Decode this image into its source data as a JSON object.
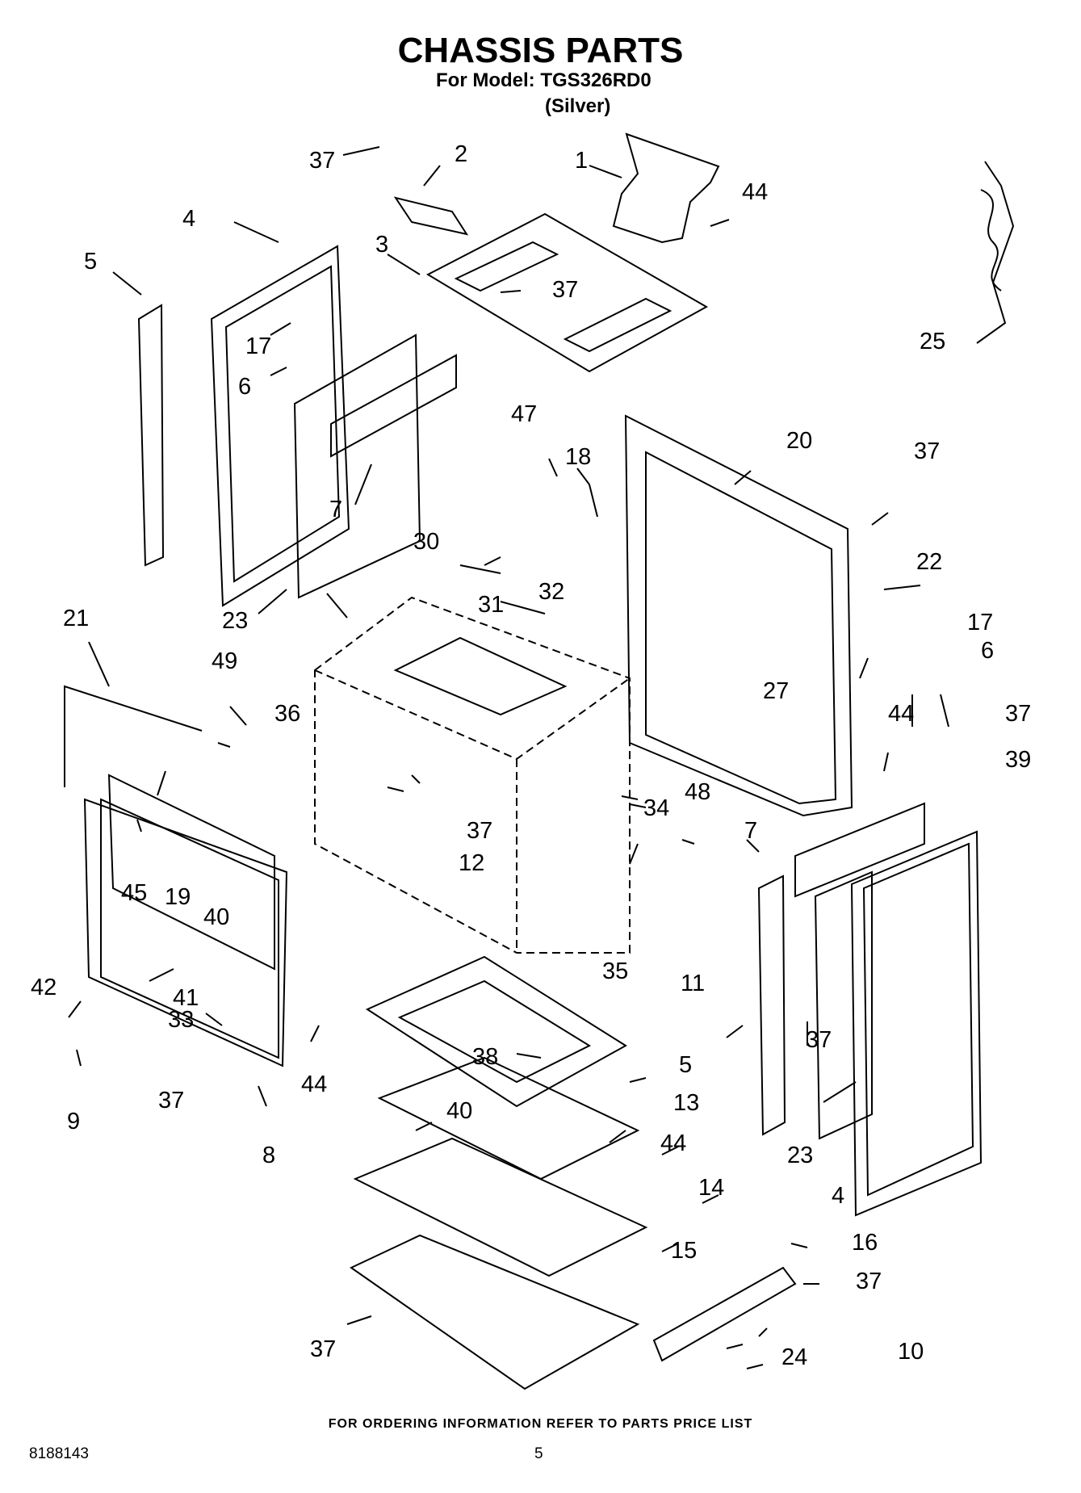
{
  "header": {
    "title": "CHASSIS PARTS",
    "model": "For Model: TGS326RD0",
    "variant": "(Silver)"
  },
  "callouts": [
    "37",
    "2",
    "1",
    "44",
    "4",
    "3",
    "37",
    "5",
    "17",
    "6",
    "7",
    "25",
    "47",
    "18",
    "20",
    "37",
    "30",
    "31",
    "32",
    "23",
    "21",
    "22",
    "17",
    "6",
    "49",
    "36",
    "27",
    "44",
    "37",
    "39",
    "48",
    "34",
    "45",
    "19",
    "40",
    "37",
    "12",
    "7",
    "41",
    "35",
    "11",
    "42",
    "33",
    "44",
    "37",
    "5",
    "38",
    "37",
    "9",
    "40",
    "13",
    "8",
    "23",
    "44",
    "14",
    "4",
    "16",
    "15",
    "37",
    "37",
    "24",
    "10"
  ],
  "footer": {
    "note": "FOR ORDERING INFORMATION REFER TO PARTS PRICE LIST",
    "doc_number": "8188143",
    "page_number": "5"
  }
}
